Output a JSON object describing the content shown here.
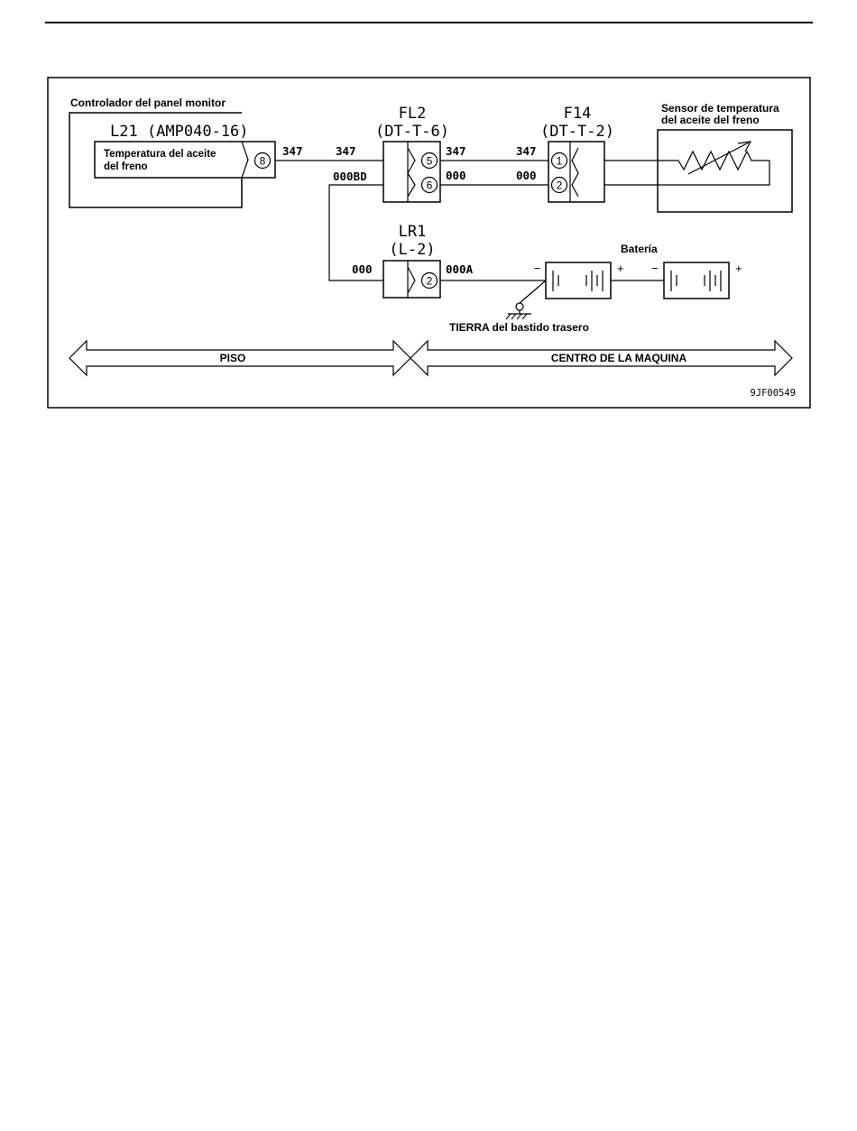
{
  "controller": {
    "title": "Controlador del panel monitor",
    "connector": "L21 (AMP040-16)",
    "function_line1": "Temperatura del aceite",
    "function_line2": "del freno",
    "pin": "8",
    "wire_out": "347"
  },
  "fl2": {
    "name": "FL2",
    "type": "(DT-T-6)",
    "pin_a": "5",
    "pin_b": "6",
    "wire_in_a": "347",
    "wire_in_b": "000BD",
    "wire_out_a": "347",
    "wire_out_b": "000"
  },
  "f14": {
    "name": "F14",
    "type": "(DT-T-2)",
    "pin_a": "1",
    "pin_b": "2",
    "wire_in_a": "347",
    "wire_in_b": "000"
  },
  "sensor": {
    "title_line1": "Sensor de temperatura",
    "title_line2": "del aceite del freno"
  },
  "lr1": {
    "name": "LR1",
    "type": "(L-2)",
    "pin": "2",
    "wire_in": "000",
    "wire_out": "000A"
  },
  "battery": {
    "label": "Batería",
    "minus": "−",
    "plus": "+"
  },
  "ground": {
    "label": "TIERRA del bastido trasero"
  },
  "zones": {
    "left": "PISO",
    "right": "CENTRO DE LA MAQUINA"
  },
  "figure_code": "9JF00549"
}
